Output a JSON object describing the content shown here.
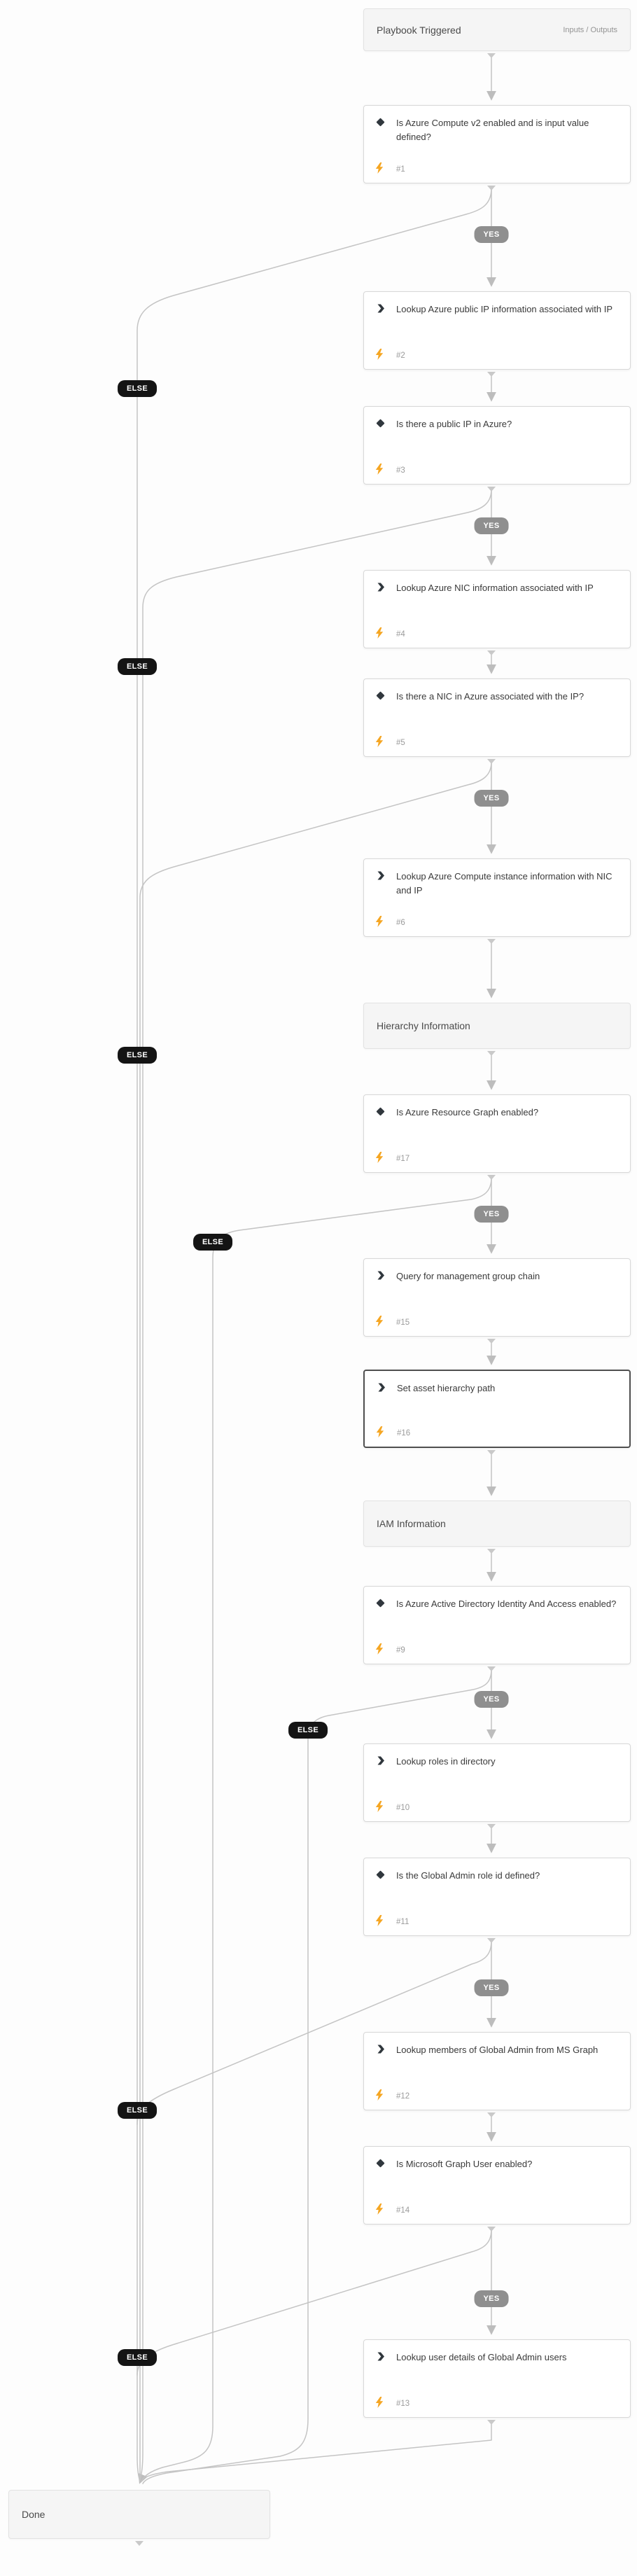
{
  "app": {
    "view": "visual-playbook-editor"
  },
  "colors": {
    "bolt_accent": "#f5a623",
    "yes_badge_bg": "#8f8f8f",
    "else_badge_bg": "#141414",
    "wire": "#c4c4c4",
    "node_border": "#d8d8d8",
    "selected_node_border": "#4f4f4f",
    "header_bg": "#f5f5f5"
  },
  "labels": {
    "yes": "YES",
    "else": "ELSE"
  },
  "start_block": {
    "title": "Playbook Triggered",
    "right_label": "Inputs / Outputs"
  },
  "sections": [
    {
      "title": "Hierarchy Information"
    },
    {
      "title": "IAM Information"
    }
  ],
  "end_block": {
    "title": "Done"
  },
  "nodes": [
    {
      "id": "#1",
      "type": "decision",
      "title": "Is Azure Compute v2 enabled and is input value defined?"
    },
    {
      "id": "#2",
      "type": "action",
      "title": "Lookup Azure public IP information associated with IP"
    },
    {
      "id": "#3",
      "type": "decision",
      "title": "Is there a public IP in Azure?"
    },
    {
      "id": "#4",
      "type": "action",
      "title": "Lookup Azure NIC information associated with IP"
    },
    {
      "id": "#5",
      "type": "decision",
      "title": "Is there a NIC in Azure associated with the IP?"
    },
    {
      "id": "#6",
      "type": "action",
      "title": "Lookup Azure Compute instance information with NIC and IP"
    },
    {
      "id": "#17",
      "type": "decision",
      "title": "Is Azure Resource Graph enabled?"
    },
    {
      "id": "#15",
      "type": "action",
      "title": "Query for management group chain"
    },
    {
      "id": "#16",
      "type": "action",
      "title": "Set asset hierarchy path",
      "selected": true
    },
    {
      "id": "#9",
      "type": "decision",
      "title": "Is Azure Active Directory Identity And Access enabled?"
    },
    {
      "id": "#10",
      "type": "action",
      "title": "Lookup roles in directory"
    },
    {
      "id": "#11",
      "type": "decision",
      "title": "Is the Global Admin role id defined?"
    },
    {
      "id": "#12",
      "type": "action",
      "title": "Lookup members of Global Admin from MS Graph"
    },
    {
      "id": "#14",
      "type": "decision",
      "title": "Is Microsoft Graph User enabled?"
    },
    {
      "id": "#13",
      "type": "action",
      "title": "Lookup user details of Global Admin users"
    }
  ]
}
